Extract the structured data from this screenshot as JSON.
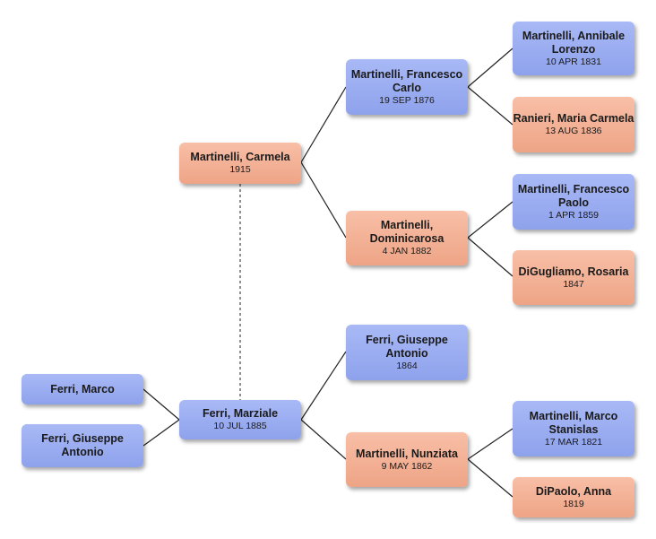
{
  "people": {
    "marco": {
      "name": "Ferri, Marco",
      "date": ""
    },
    "giuseppe_a": {
      "name": "Ferri, Giuseppe Antonio",
      "date": ""
    },
    "marziale": {
      "name": "Ferri, Marziale",
      "date": "10 JUL 1885"
    },
    "carmela": {
      "name": "Martinelli, Carmela",
      "date": "1915"
    },
    "francesco_c": {
      "name": "Martinelli, Francesco Carlo",
      "date": "19 SEP 1876"
    },
    "dominicarosa": {
      "name": "Martinelli, Dominicarosa",
      "date": "4 JAN 1882"
    },
    "annibale": {
      "name": "Martinelli, Annibale Lorenzo",
      "date": "10 APR 1831"
    },
    "ranieri": {
      "name": "Ranieri, Maria Carmela",
      "date": "13 AUG 1836"
    },
    "francesco_p": {
      "name": "Martinelli, Francesco Paolo",
      "date": "1 APR 1859"
    },
    "digugliamo": {
      "name": "DiGugliamo, Rosaria",
      "date": "1847"
    },
    "giuseppe_b": {
      "name": "Ferri, Giuseppe Antonio",
      "date": "1864"
    },
    "nunziata": {
      "name": "Martinelli, Nunziata",
      "date": "9 MAY 1862"
    },
    "marco_s": {
      "name": "Martinelli, Marco Stanislas",
      "date": "17 MAR 1821"
    },
    "dipaolo": {
      "name": "DiPaolo, Anna",
      "date": "1819"
    }
  },
  "colors": {
    "male": "#9aacf0",
    "female": "#f2ae92",
    "line": "#222222"
  }
}
